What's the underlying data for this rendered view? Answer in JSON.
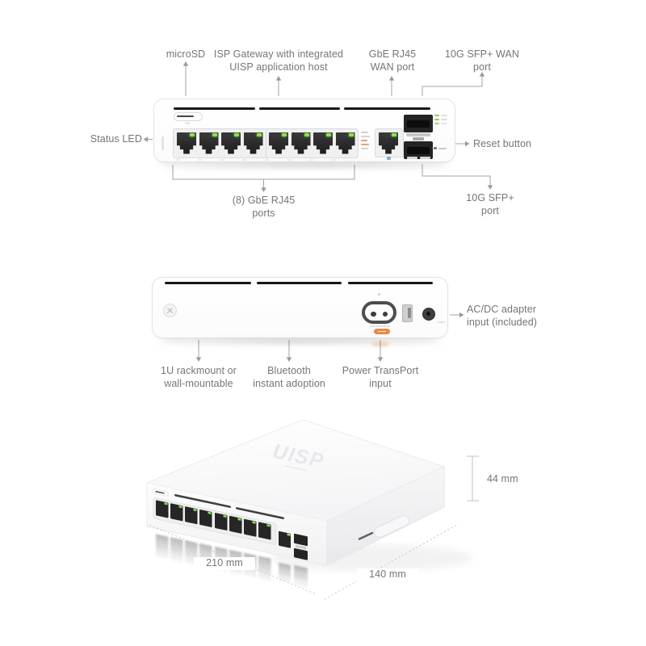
{
  "front_view": {
    "callouts": {
      "microsd": {
        "label": "microSD"
      },
      "isp_gateway": {
        "label": "ISP Gateway with integrated\nUISP application host"
      },
      "gbe_wan": {
        "label": "GbE RJ45\nWAN port"
      },
      "sfp_wan": {
        "label": "10G SFP+ WAN\nport"
      },
      "status_led": {
        "label": "Status LED"
      },
      "reset_button": {
        "label": "Reset button"
      },
      "gbe_ports": {
        "label": "(8) GbE RJ45\nports"
      },
      "sfp_port": {
        "label": "10G SFP+\nport"
      }
    },
    "port_counts": {
      "gbe_lan": 8,
      "gbe_wan": 1,
      "sfp_plus": 2
    }
  },
  "back_view": {
    "callouts": {
      "rackmount": {
        "label": "1U rackmount or\nwall-mountable"
      },
      "bluetooth": {
        "label": "Bluetooth\ninstant adoption"
      },
      "power_transport": {
        "label": "Power TransPort\ninput"
      },
      "acdc": {
        "label": "AC/DC adapter\ninput (included)"
      }
    }
  },
  "perspective_view": {
    "logo": "UISP",
    "dimensions": {
      "height": "44 mm",
      "width": "210 mm",
      "depth": "140 mm"
    }
  },
  "colors": {
    "label_text": "#757575",
    "callout_line": "#a3a3a3",
    "device_border": "#e4e4e6",
    "vent_black": "#171717",
    "port_dark": "#262626",
    "led_green": "#8ce14e",
    "accent_orange": "#ed8742",
    "power_inlet_outline": "#4d4d4d",
    "wan_blue": "#6aa0d8"
  }
}
